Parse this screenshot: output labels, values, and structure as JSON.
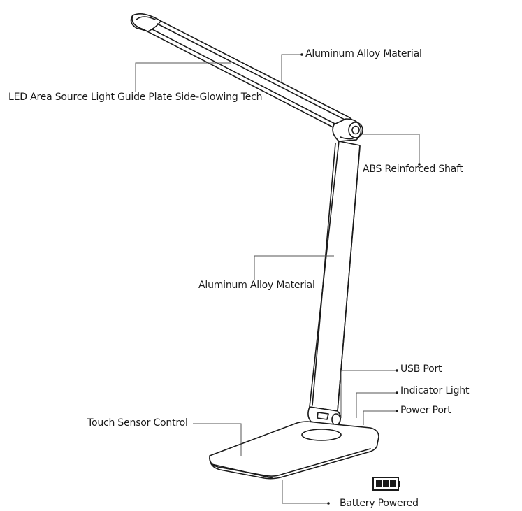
{
  "labels": {
    "aluminum_top": "Aluminum Alloy Material",
    "led_tech": "LED Area Source Light Guide Plate Side-Glowing Tech",
    "abs_shaft": "ABS Reinforced Shaft",
    "aluminum_mid": "Aluminum Alloy Material",
    "usb_port": "USB Port",
    "indicator_light": "Indicator Light",
    "power_port": "Power Port",
    "touch_sensor": "Touch Sensor Control",
    "battery": "Battery Powered"
  },
  "colors": {
    "line": "#1a1a1a",
    "leader": "#555555",
    "background": "#ffffff"
  },
  "icons": {
    "battery": "battery-full-icon"
  }
}
